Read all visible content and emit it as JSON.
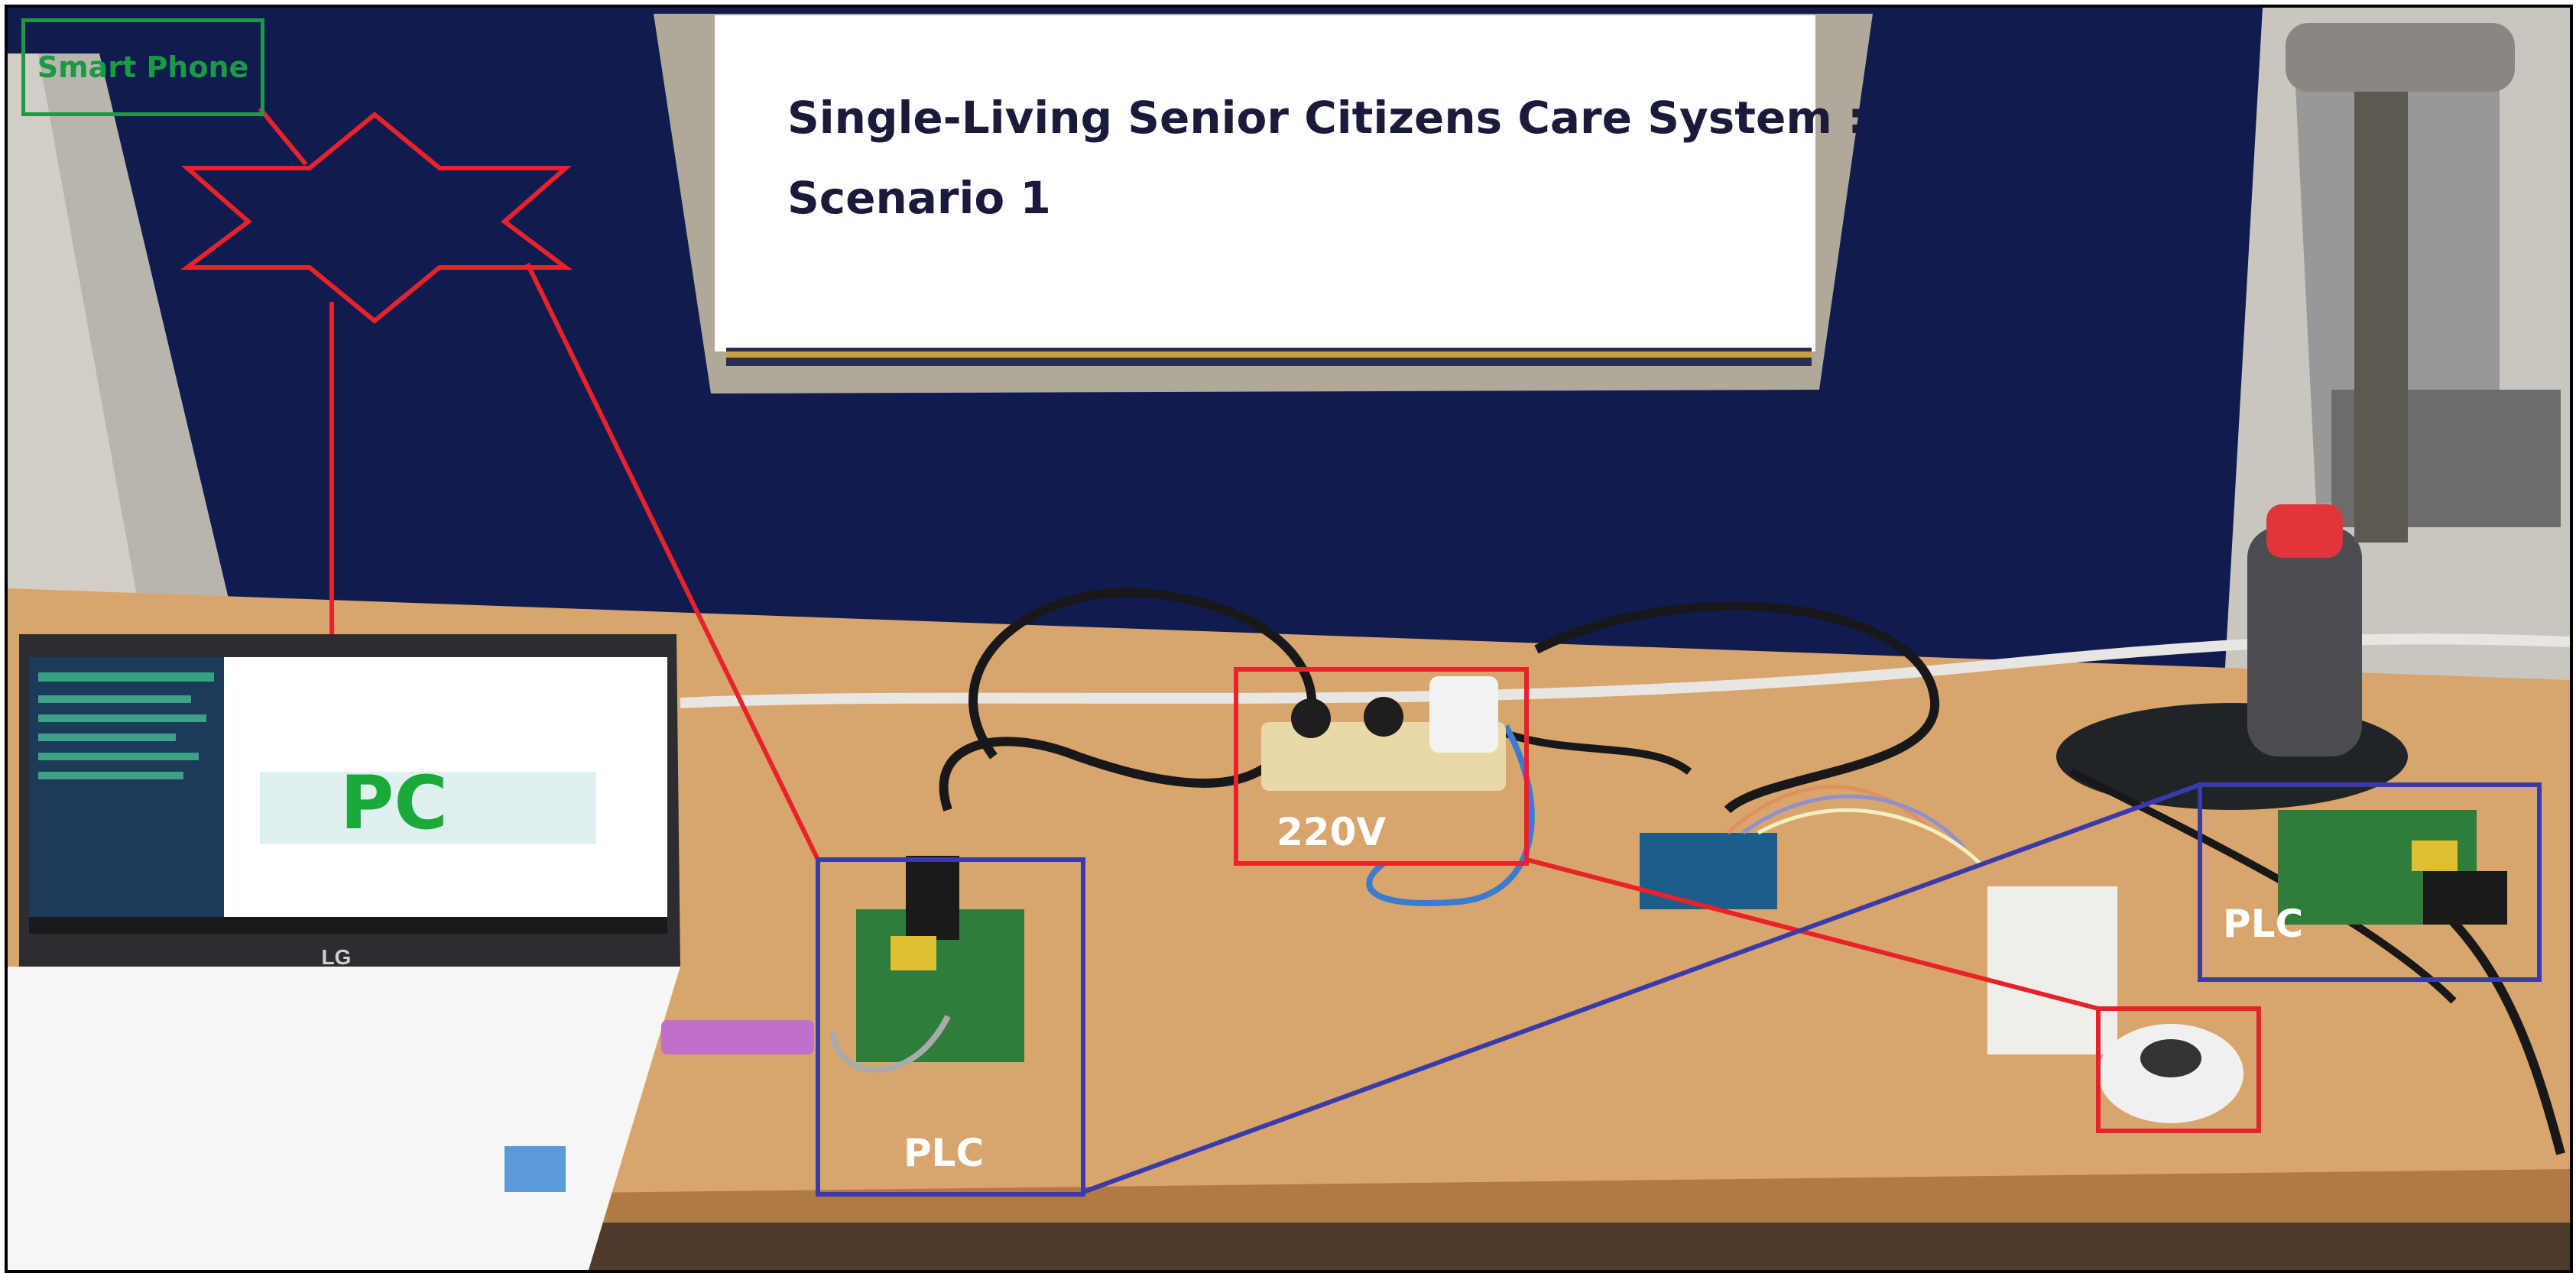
{
  "poster": {
    "line1": "Single-Living Senior Citizens Care System :",
    "line2": "Scenario 1"
  },
  "labels": {
    "smart_phone": "Smart Phone",
    "pc": "PC",
    "voltage": "220V",
    "plc_left": "PLC",
    "plc_right": "PLC"
  },
  "laptop_brand": "LG",
  "colors": {
    "wireless_link": "#e8222a",
    "powerline_link": "#3a3aaa",
    "label_green": "#1a9a44",
    "backdrop": "#0e1a4a",
    "desk": "#d8a56c"
  }
}
